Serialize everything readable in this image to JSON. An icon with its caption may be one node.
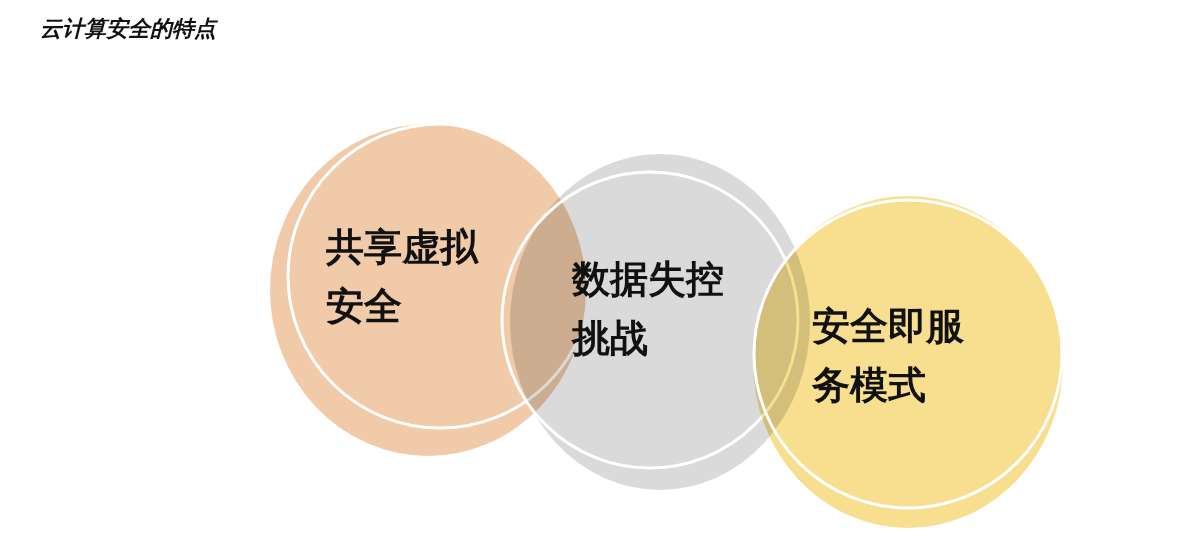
{
  "diagram": {
    "title": "云计算安全的特点",
    "nodes": [
      {
        "text": [
          "共享虚拟安全"
        ]
      },
      {
        "text": [
          "数据失控挑战"
        ]
      },
      {
        "text": [
          "安全即服务模式"
        ]
      }
    ],
    "edges": []
  }
}
